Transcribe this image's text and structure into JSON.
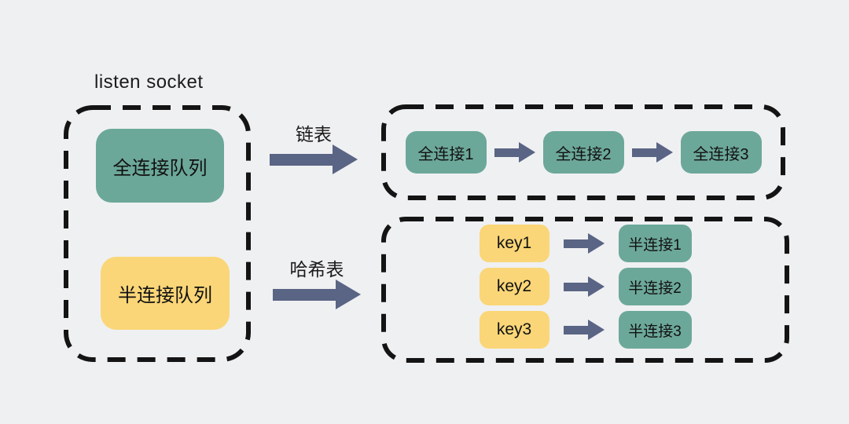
{
  "colors": {
    "background": "#EFF0F2",
    "node_green": "#6CA899",
    "node_yellow": "#FAD678",
    "arrow": "#5A6484",
    "dashed_border": "#141414",
    "text": "#1B1B1B"
  },
  "title": "listen socket",
  "listen_socket": {
    "full_queue_label": "全连接队列",
    "half_queue_label": "半连接队列"
  },
  "arrows": {
    "linked_list_label": "链表",
    "hash_table_label": "哈希表"
  },
  "linked_list": {
    "nodes": [
      "全连接1",
      "全连接2",
      "全连接3"
    ]
  },
  "hash_table": {
    "rows": [
      {
        "key": "key1",
        "value": "半连接1"
      },
      {
        "key": "key2",
        "value": "半连接2"
      },
      {
        "key": "key3",
        "value": "半连接3"
      }
    ]
  }
}
